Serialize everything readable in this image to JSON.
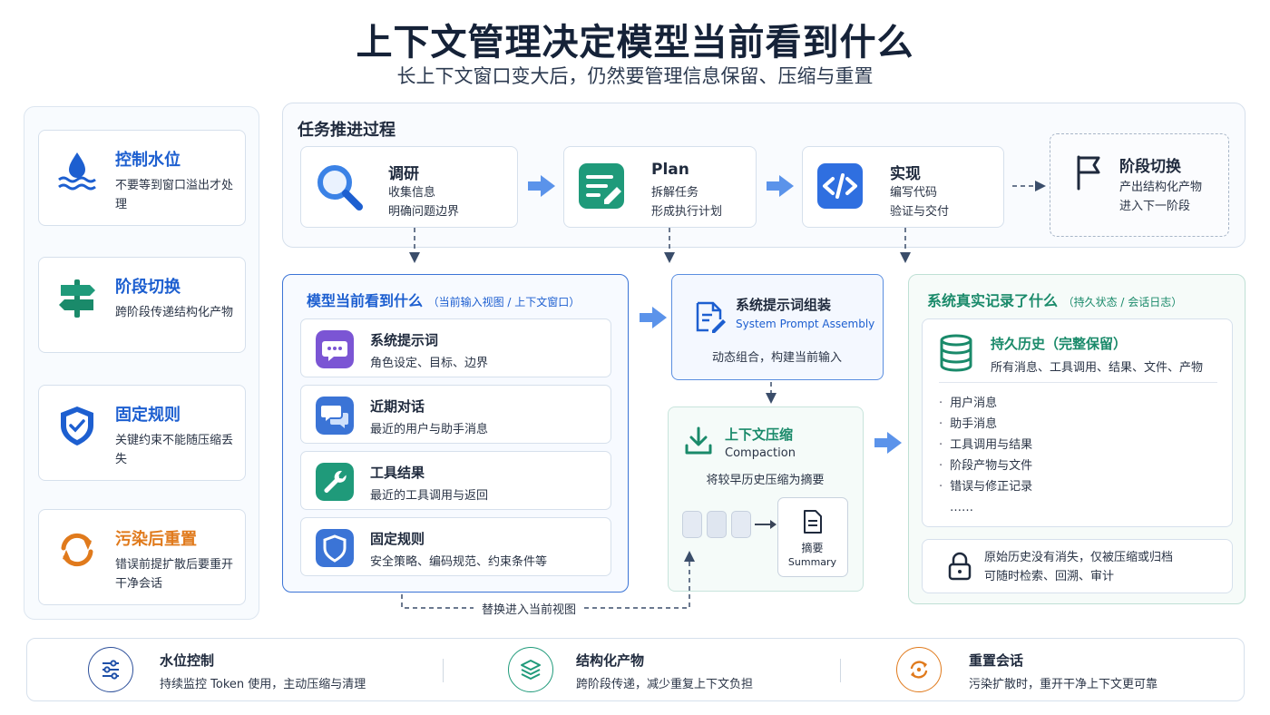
{
  "header": {
    "title": "上下文管理决定模型当前看到什么",
    "subtitle": "长上下文窗口变大后，仍然要管理信息保留、压缩与重置"
  },
  "sidebar": {
    "items": [
      {
        "title": "控制水位",
        "desc": "不要等到窗口溢出才处理",
        "icon": "water-level-icon",
        "color": "#1d5fd0"
      },
      {
        "title": "阶段切换",
        "desc": "跨阶段传递结构化产物",
        "icon": "signpost-icon",
        "color": "#1d5fd0"
      },
      {
        "title": "固定规则",
        "desc": "关键约束不能随压缩丢失",
        "icon": "shield-icon",
        "color": "#1d5fd0"
      },
      {
        "title": "污染后重置",
        "desc": "错误前提扩散后要重开干净会话",
        "icon": "reset-icon",
        "color": "#e07a1c"
      }
    ]
  },
  "process": {
    "title": "任务推进过程",
    "steps": [
      {
        "title": "调研",
        "lines": [
          "收集信息",
          "明确问题边界"
        ],
        "icon": "search-icon"
      },
      {
        "title": "Plan",
        "lines": [
          "拆解任务",
          "形成执行计划"
        ],
        "icon": "plan-icon"
      },
      {
        "title": "实现",
        "lines": [
          "编写代码",
          "验证与交付"
        ],
        "icon": "code-icon"
      },
      {
        "title": "阶段切换",
        "lines": [
          "产出结构化产物",
          "进入下一阶段"
        ],
        "icon": "flag-icon"
      }
    ]
  },
  "view": {
    "title": "模型当前看到什么",
    "note": "（当前输入视图 / 上下文窗口）",
    "items": [
      {
        "title": "系统提示词",
        "desc": "角色设定、目标、边界",
        "icon": "chat-prompt-icon",
        "color": "#7b55d4"
      },
      {
        "title": "近期对话",
        "desc": "最近的用户与助手消息",
        "icon": "conversation-icon",
        "color": "#3b74d6"
      },
      {
        "title": "工具结果",
        "desc": "最近的工具调用与返回",
        "icon": "wrench-icon",
        "color": "#1f9a7a"
      },
      {
        "title": "固定规则",
        "desc": "安全策略、编码规范、约束条件等",
        "icon": "shield-icon",
        "color": "#3b74d6"
      }
    ],
    "replace_label": "替换进入当前视图"
  },
  "assembly": {
    "title": "系统提示词组装",
    "subtitle": "System Prompt Assembly",
    "desc": "动态组合，构建当前输入"
  },
  "compaction": {
    "title": "上下文压缩",
    "subtitle": "Compaction",
    "desc": "将较早历史压缩为摘要",
    "summary_cn": "摘要",
    "summary_en": "Summary"
  },
  "truth": {
    "title": "系统真实记录了什么",
    "note": "（持久状态 / 会话日志）",
    "history_title": "持久历史（完整保留）",
    "history_desc": "所有消息、工具调用、结果、文件、产物",
    "list": [
      "用户消息",
      "助手消息",
      "工具调用与结果",
      "阶段产物与文件",
      "错误与修正记录",
      "……"
    ],
    "lock_text": [
      "原始历史没有消失，仅被压缩或归档",
      "可随时检索、回溯、审计"
    ]
  },
  "bottom": {
    "items": [
      {
        "title": "水位控制",
        "desc": "持续监控 Token 使用，主动压缩与清理",
        "icon": "sliders-icon",
        "color": "#1d4fa8"
      },
      {
        "title": "结构化产物",
        "desc": "跨阶段传递，减少重复上下文负担",
        "icon": "layers-icon",
        "color": "#1f9a7a"
      },
      {
        "title": "重置会话",
        "desc": "污染扩散时，重开干净上下文更可靠",
        "icon": "refresh-icon",
        "color": "#e07a1c"
      }
    ]
  }
}
